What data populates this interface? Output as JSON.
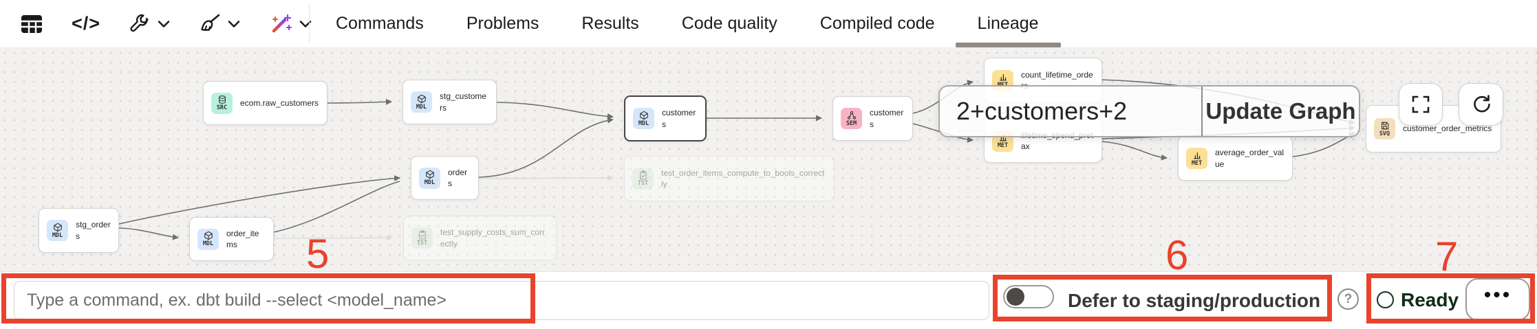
{
  "toolbar": {
    "icons": [
      {
        "name": "results-table-icon"
      },
      {
        "name": "code-icon",
        "glyph": "</>"
      },
      {
        "name": "wrench-icon",
        "has_dropdown": true
      },
      {
        "name": "broom-icon",
        "has_dropdown": true
      },
      {
        "name": "magic-wand-icon",
        "has_dropdown": true
      }
    ],
    "tabs": [
      "Commands",
      "Problems",
      "Results",
      "Code quality",
      "Compiled code",
      "Lineage"
    ],
    "active_tab": "Lineage"
  },
  "lineage": {
    "selector": {
      "value": "2+customers+2",
      "button": "Update Graph"
    },
    "controls": [
      {
        "name": "fullscreen-icon"
      },
      {
        "name": "refresh-icon"
      }
    ],
    "nodes": [
      {
        "id": "raw_customers",
        "type": "SRC",
        "label": "ecom.raw_customers",
        "state": "normal"
      },
      {
        "id": "stg_customers",
        "type": "MDL",
        "label": "stg_customers",
        "state": "normal"
      },
      {
        "id": "customers_model",
        "type": "MDL",
        "label": "customers",
        "state": "selected"
      },
      {
        "id": "orders",
        "type": "MDL",
        "label": "orders",
        "state": "normal"
      },
      {
        "id": "stg_orders",
        "type": "MDL",
        "label": "stg_orders",
        "state": "normal"
      },
      {
        "id": "order_items",
        "type": "MDL",
        "label": "order_items",
        "state": "normal"
      },
      {
        "id": "customers_semantic",
        "type": "SEM",
        "label": "customers",
        "state": "normal"
      },
      {
        "id": "count_lifetime_orders",
        "type": "MET",
        "label": "count_lifetime_orders",
        "state": "normal"
      },
      {
        "id": "lifetime_spend_pretax",
        "type": "MET",
        "label": "lifetime_spend_pretax",
        "state": "normal"
      },
      {
        "id": "average_order_value",
        "type": "MET",
        "label": "average_order_value",
        "state": "normal"
      },
      {
        "id": "customer_order_metrics",
        "type": "SVQ",
        "label": "customer_order_metrics",
        "state": "normal"
      },
      {
        "id": "test_order_items",
        "type": "TST",
        "label": "test_order_items_compute_to_bools_correctly",
        "state": "faded"
      },
      {
        "id": "test_supply_costs",
        "type": "TST",
        "label": "test_supply_costs_sum_correctly",
        "state": "faded"
      }
    ],
    "badge_colors": {
      "SRC": "#b7f1dd",
      "MDL": "#d4e6fa",
      "SEM": "#f7b3c4",
      "MET": "#fbe096",
      "TST": "#d9f0da",
      "SVQ": "#f3dfbd"
    }
  },
  "command_bar": {
    "placeholder": "Type a command, ex. dbt build --select <model_name>",
    "defer_toggle": {
      "label": "Defer to staging/production",
      "state": "off",
      "help_icon": "help-icon"
    },
    "status": {
      "label": "Ready",
      "color": "#cbf3d0",
      "icon": "status-circle-icon"
    },
    "more_button": "•••"
  },
  "annotations": {
    "numbers": [
      "5",
      "6",
      "7"
    ],
    "color": "#e8432c"
  }
}
